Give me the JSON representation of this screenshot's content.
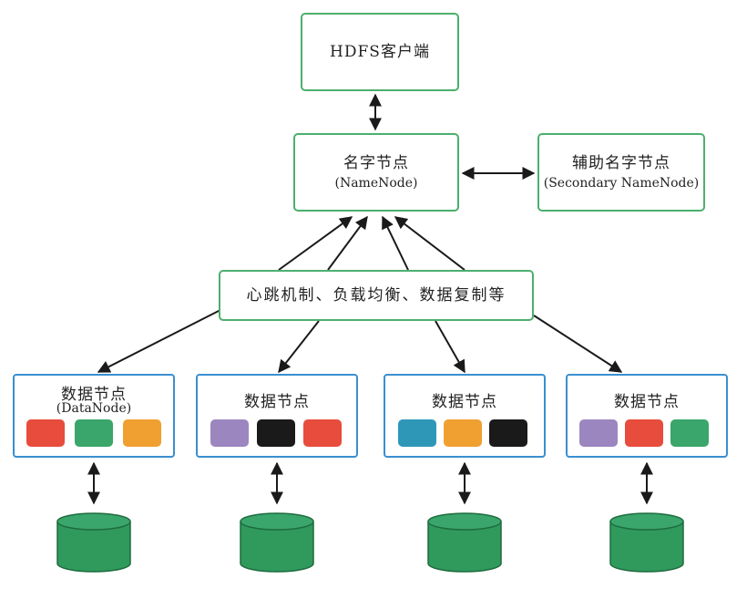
{
  "client": {
    "label": "HDFS客户端"
  },
  "namenode": {
    "label": "名字节点",
    "sublabel": "(NameNode)"
  },
  "secondary": {
    "label": "辅助名字节点",
    "sublabel": "(Secondary NameNode)"
  },
  "mechanism": {
    "label": "心跳机制、负载均衡、数据复制等"
  },
  "datanodes": [
    {
      "label": "数据节点",
      "sublabel": "(DataNode)",
      "blocks": [
        "red",
        "green",
        "orange"
      ]
    },
    {
      "label": "数据节点",
      "sublabel": "",
      "blocks": [
        "purple",
        "black",
        "red"
      ]
    },
    {
      "label": "数据节点",
      "sublabel": "",
      "blocks": [
        "teal",
        "orange",
        "black"
      ]
    },
    {
      "label": "数据节点",
      "sublabel": "",
      "blocks": [
        "purple",
        "red",
        "green"
      ]
    }
  ],
  "colors": {
    "border_green": "#4caf6e",
    "border_blue": "#3a8fd0",
    "block": {
      "red": "#e74c3c",
      "green": "#3aa66b",
      "orange": "#f0a030",
      "purple": "#9b86c0",
      "black": "#1a1a1a",
      "teal": "#2e97b8"
    },
    "disk_fill": "#2f9a5c",
    "disk_stroke": "#1f6b3f"
  }
}
